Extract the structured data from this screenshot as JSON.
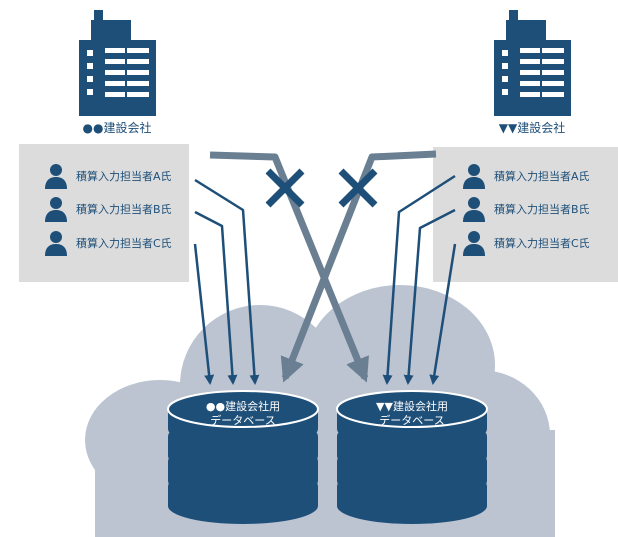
{
  "companies": [
    {
      "label": "●●建設会社",
      "staff": [
        "積算入力担当者A氏",
        "積算入力担当者B氏",
        "積算入力担当者C氏"
      ],
      "database_label": "●●建設会社用\nデータベース",
      "building_icon": "office-building-icon"
    },
    {
      "label": "▼▼建設会社",
      "staff": [
        "積算入力担当者A氏",
        "積算入力担当者B氏",
        "積算入力担当者C氏"
      ],
      "database_label": "▼▼建設会社用\nデータベース",
      "building_icon": "office-building-icon"
    }
  ],
  "icons": {
    "person": "person-icon",
    "database": "database-icon",
    "cloud": "cloud-icon",
    "denied": "x-mark-icon"
  },
  "colors": {
    "primary": "#1e4f79",
    "arrow_blocked": "#6b7f92",
    "cloud": "#bcc4d1",
    "panel": "#dcdcdc",
    "background": "#ffffff"
  }
}
